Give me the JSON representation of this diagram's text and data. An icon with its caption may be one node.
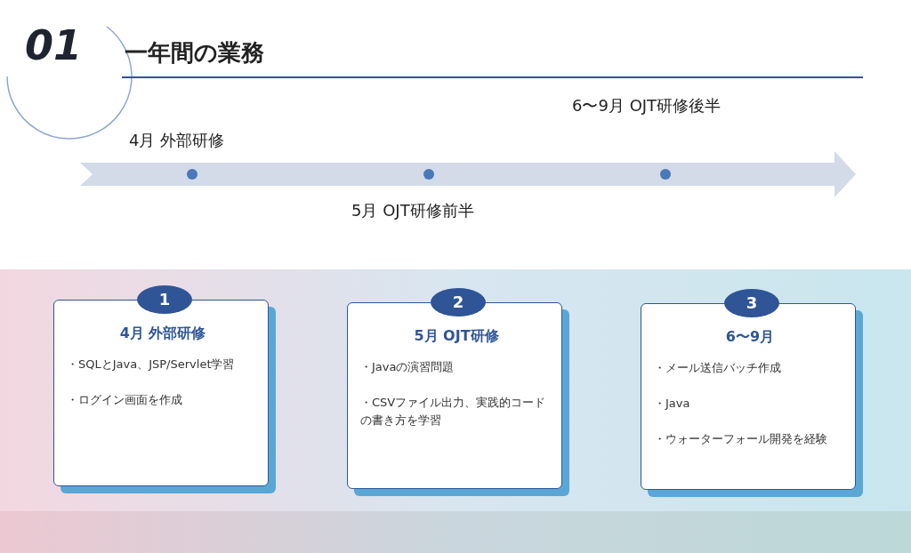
{
  "diagram": {
    "title": "一年間の業務",
    "nodes": [
      {
        "text": [],
        "shape": "circle",
        "beside": [
          "4月 外部研修"
        ]
      },
      {
        "text": [],
        "shape": "circle",
        "beside": [
          "5月 OJT研修前半"
        ]
      },
      {
        "text": [],
        "shape": "circle",
        "beside": [
          "6〜9月 OJT研修後半"
        ]
      },
      {
        "text": [
          "1"
        ]
      },
      {
        "text": [
          "4月 外部研修",
          "・SQLとJava、JSP/Servlet学習",
          "・ログイン画面を作成"
        ]
      },
      {
        "text": [
          "2"
        ]
      },
      {
        "text": [
          "5月 OJT研修",
          "・Javaの演習問題",
          "・CSVファイル出力、実践的コードの書き方を学習"
        ]
      },
      {
        "text": [
          "3"
        ]
      },
      {
        "text": [
          "6〜9月",
          "・メール送信バッチ作成",
          "・Java",
          "・ウォーターフォール開発を経験"
        ]
      }
    ],
    "labels": [
      "01"
    ]
  }
}
